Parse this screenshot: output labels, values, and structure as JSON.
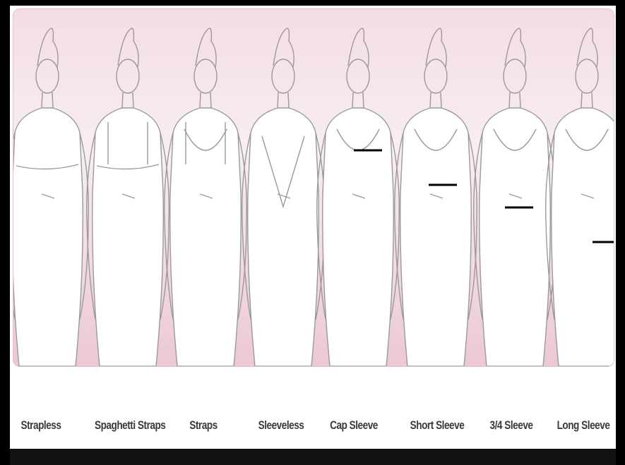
{
  "styles": [
    {
      "id": "strapless",
      "label": "Strapless",
      "marker": false
    },
    {
      "id": "spaghetti-straps",
      "label": "Spaghetti Straps",
      "marker": false
    },
    {
      "id": "straps",
      "label": "Straps",
      "marker": false
    },
    {
      "id": "sleeveless",
      "label": "Sleeveless",
      "marker": false
    },
    {
      "id": "cap-sleeve",
      "label": "Cap Sleeve",
      "marker": true
    },
    {
      "id": "short-sleeve",
      "label": "Short Sleeve",
      "marker": true
    },
    {
      "id": "three-quarter-sleeve",
      "label": "3/4 Sleeve",
      "marker": true
    },
    {
      "id": "long-sleeve",
      "label": "Long Sleeve",
      "marker": true
    }
  ],
  "colors": {
    "panel_top": "#f3dde3",
    "panel_bottom": "#ecc8d2",
    "sketch_line": "#9a9a9a",
    "marker": "#000000",
    "label_text": "#3a3a3a"
  }
}
